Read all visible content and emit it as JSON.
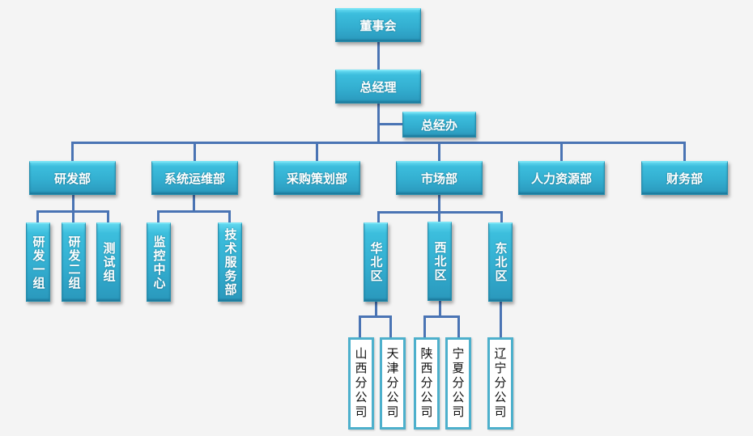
{
  "diagram": {
    "type": "org-chart",
    "root": "董事会",
    "nodes": {
      "board": "董事会",
      "gm": "总经理",
      "gm_office": "总经办",
      "rd": "研发部",
      "ops": "系统运维部",
      "purchase": "采购策划部",
      "market": "市场部",
      "hr": "人力资源部",
      "finance": "财务部",
      "rd1": "研发一组",
      "rd2": "研发二组",
      "test": "测试组",
      "monitor": "监控中心",
      "techsvc": "技术服务部",
      "north": "华北区",
      "northwest": "西北区",
      "northeast": "东北区",
      "shanxi": "山西分公司",
      "tianjin": "天津分公司",
      "shaanxi": "陕西分公司",
      "ningxia": "宁夏分公司",
      "liaoning": "辽宁分公司"
    },
    "edges": [
      [
        "board",
        "gm"
      ],
      [
        "gm",
        "gm_office"
      ],
      [
        "gm",
        "rd"
      ],
      [
        "gm",
        "ops"
      ],
      [
        "gm",
        "purchase"
      ],
      [
        "gm",
        "market"
      ],
      [
        "gm",
        "hr"
      ],
      [
        "gm",
        "finance"
      ],
      [
        "rd",
        "rd1"
      ],
      [
        "rd",
        "rd2"
      ],
      [
        "rd",
        "test"
      ],
      [
        "ops",
        "monitor"
      ],
      [
        "ops",
        "techsvc"
      ],
      [
        "market",
        "north"
      ],
      [
        "market",
        "northwest"
      ],
      [
        "market",
        "northeast"
      ],
      [
        "north",
        "shanxi"
      ],
      [
        "north",
        "tianjin"
      ],
      [
        "northwest",
        "shaanxi"
      ],
      [
        "northwest",
        "ningxia"
      ],
      [
        "northeast",
        "liaoning"
      ]
    ]
  },
  "colors": {
    "node_fill": "#33aed0",
    "connector": "#4a74b4",
    "leaf_border": "#4db0cc",
    "background": "#f4f4f4"
  }
}
